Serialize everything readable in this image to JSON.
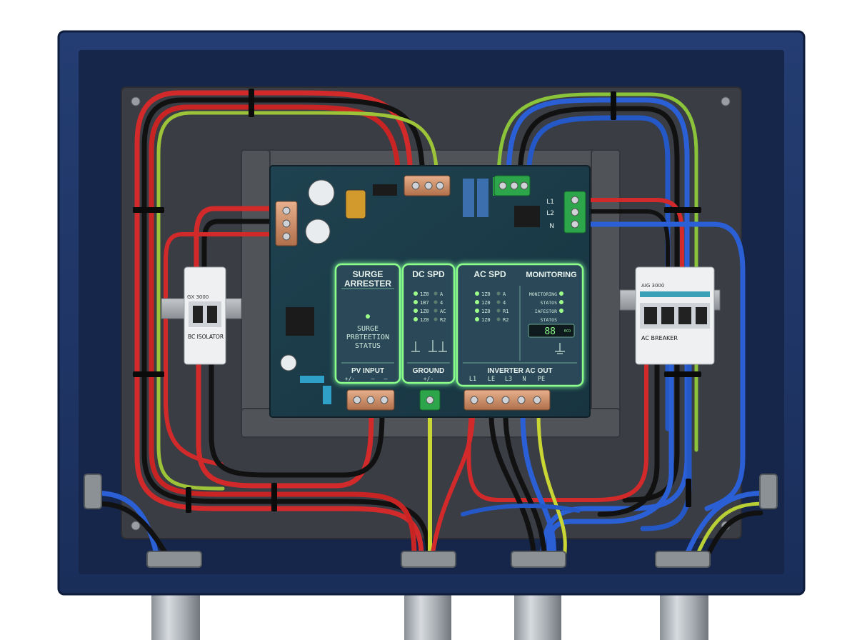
{
  "colors": {
    "enclosure": "#1f3566",
    "backplate": "#3a3d44",
    "pcb": "#1d3b45",
    "module_glow": "#8dff8a",
    "wire_red": "#d22a2a",
    "wire_blue": "#2a5fd6",
    "wire_ground": "#c9d633"
  },
  "modules": {
    "surge": {
      "title_1": "SURGE",
      "title_2": "ARRESTER",
      "status_1": "SURGE",
      "status_2": "PRBTEETION",
      "status_3": "STATUS",
      "footer": "PV INPUT",
      "pins": [
        "+/-",
        "–",
        "–"
      ]
    },
    "dc_spd": {
      "title": "DC SPD",
      "rows": [
        [
          "1Z0",
          "A"
        ],
        [
          "1B7",
          "4"
        ],
        [
          "1Z0",
          "AC"
        ],
        [
          "1Z0",
          "R2"
        ]
      ],
      "footer": "GROUND",
      "pins": [
        "+/-"
      ]
    },
    "ac_spd": {
      "title": "AC SPD",
      "rows": [
        [
          "1Z0",
          "A"
        ],
        [
          "1Z0",
          "4"
        ],
        [
          "1Z0",
          "R1"
        ],
        [
          "1Z0",
          "R2"
        ]
      ],
      "footer": "INVERTER AC OUT",
      "pins": [
        "L1",
        "LE",
        "L3",
        "N",
        "PE"
      ]
    },
    "monitoring": {
      "title": "MONITORING",
      "rows": [
        "MONITORING",
        "STATOS",
        "IAFESTOR",
        "STATOS"
      ],
      "display": "88",
      "display_small": "ECO"
    }
  },
  "breakers": {
    "left": {
      "label": "BC ISOLATOR",
      "tag": "GX 3000"
    },
    "right": {
      "label": "AC BREAKER",
      "tag": "AIG 3000"
    }
  },
  "terminals_right": [
    "L1",
    "L2",
    "N"
  ]
}
